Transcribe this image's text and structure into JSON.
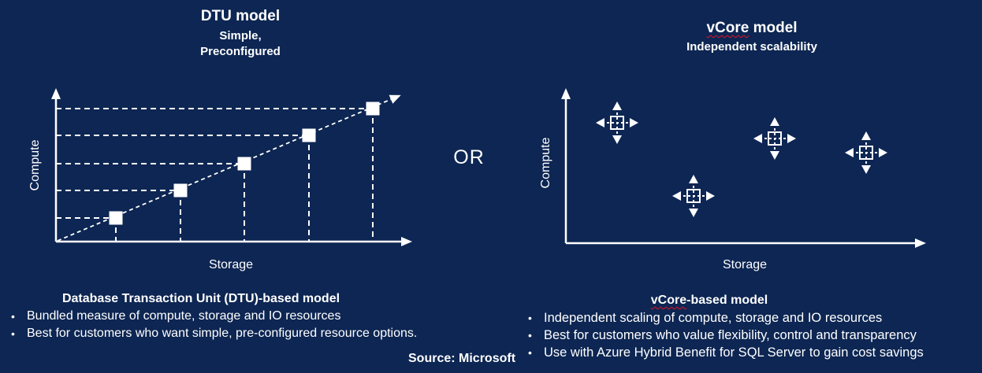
{
  "page": {
    "background_color": "#0d2653",
    "text_color": "#ffffff",
    "squiggle_color": "#e81123",
    "bullet_glyph": "•"
  },
  "left_panel": {
    "title": "DTU model",
    "subtitle_lines": [
      "Simple,",
      "Preconfigured"
    ],
    "chart": {
      "y_axis_label": "Compute",
      "x_axis_label": "Storage",
      "points": [
        [
          117,
          182
        ],
        [
          199,
          147
        ],
        [
          280,
          113
        ],
        [
          362,
          77
        ],
        [
          443,
          43
        ]
      ]
    },
    "heading": "Database Transaction Unit (DTU)-based model",
    "bullets": [
      "Bundled measure of compute, storage and IO resources",
      "Best for customers who want simple, pre-configured resource options."
    ]
  },
  "divider": {
    "label": "OR"
  },
  "right_panel": {
    "title_word": "vCore",
    "title_rest": " model",
    "subtitle": "Independent scalability",
    "chart": {
      "y_axis_label": "Compute",
      "x_axis_label": "Storage",
      "points": [
        [
          103,
          61
        ],
        [
          303,
          81
        ],
        [
          419,
          99
        ],
        [
          200,
          154
        ]
      ]
    },
    "heading_word": "vCore",
    "heading_rest": "-based model",
    "bullets": [
      "Independent scaling of compute, storage and IO resources",
      "Best for customers who value flexibility, control and transparency",
      "Use with Azure Hybrid Benefit for SQL Server to gain cost savings"
    ]
  },
  "source": {
    "label": "Source: Microsoft"
  }
}
